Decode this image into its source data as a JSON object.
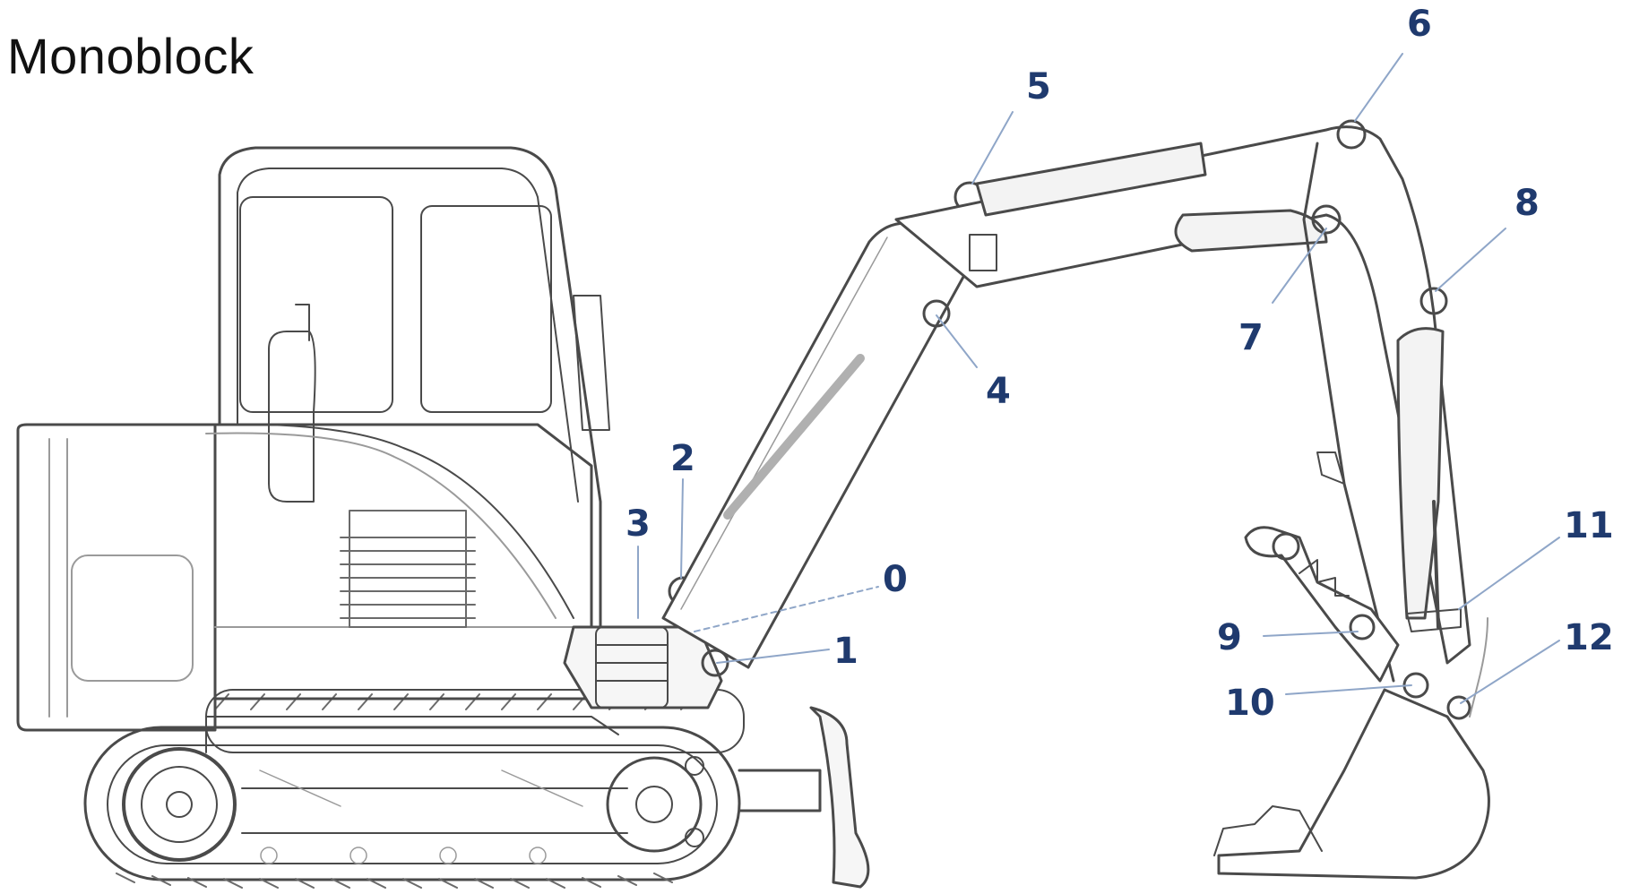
{
  "title": "Monoblock",
  "colors": {
    "line": "#4a4a4a",
    "light_line": "#9a9a9a",
    "callout": "#1f3a6e",
    "leader": "#8fa6c8",
    "fill": "#f6f6f6"
  },
  "callouts": [
    {
      "id": "0",
      "label": "0"
    },
    {
      "id": "1",
      "label": "1"
    },
    {
      "id": "2",
      "label": "2"
    },
    {
      "id": "3",
      "label": "3"
    },
    {
      "id": "4",
      "label": "4"
    },
    {
      "id": "5",
      "label": "5"
    },
    {
      "id": "6",
      "label": "6"
    },
    {
      "id": "7",
      "label": "7"
    },
    {
      "id": "8",
      "label": "8"
    },
    {
      "id": "9",
      "label": "9"
    },
    {
      "id": "10",
      "label": "10"
    },
    {
      "id": "11",
      "label": "11"
    },
    {
      "id": "12",
      "label": "12"
    }
  ]
}
